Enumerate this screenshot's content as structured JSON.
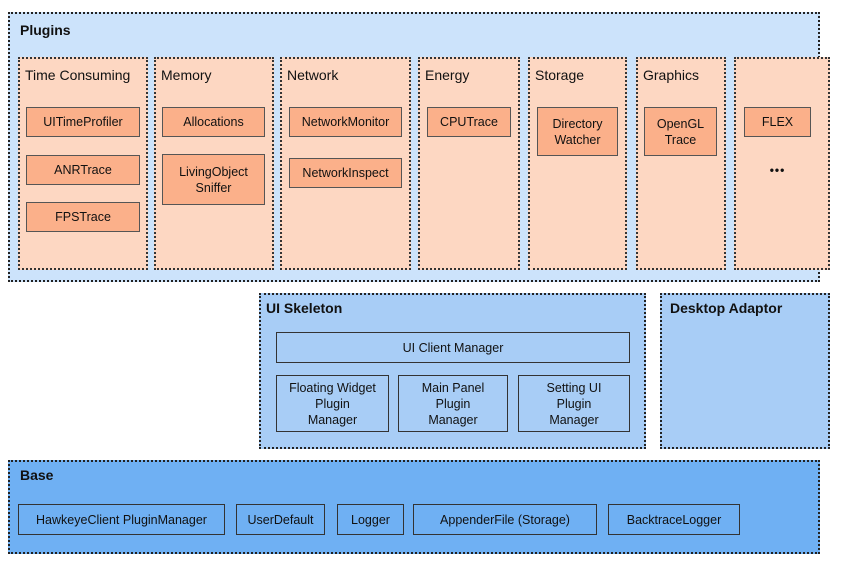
{
  "plugins": {
    "title": "Plugins",
    "categories": [
      {
        "title": "Time Consuming",
        "items": [
          "UITimeProfiler",
          "ANRTrace",
          "FPSTrace"
        ]
      },
      {
        "title": "Memory",
        "items": [
          "Allocations",
          "LivingObject\nSniffer"
        ]
      },
      {
        "title": "Network",
        "items": [
          "NetworkMonitor",
          "NetworkInspect"
        ]
      },
      {
        "title": "Energy",
        "items": [
          "CPUTrace"
        ]
      },
      {
        "title": "Storage",
        "items": [
          "Directory\nWatcher"
        ]
      },
      {
        "title": "Graphics",
        "items": [
          "OpenGL\nTrace"
        ]
      },
      {
        "title": "",
        "items": [
          "FLEX"
        ],
        "more": "•••"
      }
    ]
  },
  "ui_skeleton": {
    "title": "UI Skeleton",
    "client_manager": "UI Client Manager",
    "managers": [
      "Floating Widget\nPlugin\nManager",
      "Main Panel\nPlugin\nManager",
      "Setting UI\nPlugin\nManager"
    ]
  },
  "desktop_adaptor": {
    "title": "Desktop Adaptor"
  },
  "base": {
    "title": "Base",
    "items": [
      "HawkeyeClient PluginManager",
      "UserDefault",
      "Logger",
      "AppenderFile (Storage)",
      "BacktraceLogger"
    ]
  }
}
